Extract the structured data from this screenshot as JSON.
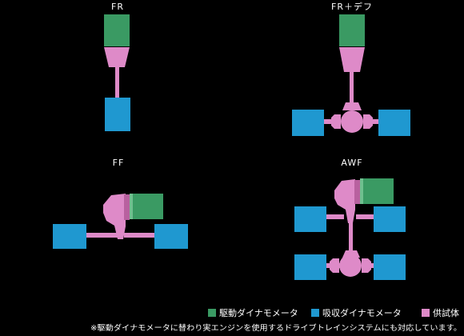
{
  "colors": {
    "background": "#000000",
    "drive_meter": "#3a9a63",
    "drive_meter_edge": "#6fc08f",
    "absorb_meter": "#1f98d0",
    "absorb_meter_edge": "#5cc2ea",
    "test_vehicle": "#de8ac8",
    "test_vehicle_dark": "#b8619f"
  },
  "panels": {
    "fr": {
      "title": "FR"
    },
    "fr_diff": {
      "title": "FR＋デフ"
    },
    "ff": {
      "title": "FF"
    },
    "awf": {
      "title": "AWF"
    }
  },
  "legend": {
    "items": [
      {
        "label": "駆動ダイナモメータ",
        "color_key": "drive_meter"
      },
      {
        "label": "吸収ダイナモメータ",
        "color_key": "absorb_meter"
      },
      {
        "label": "供試体",
        "color_key": "test_vehicle"
      }
    ],
    "note": "※駆動ダイナモメータに替わり実エンジンを使用するドライブトレインシステムにも対応しています。"
  }
}
